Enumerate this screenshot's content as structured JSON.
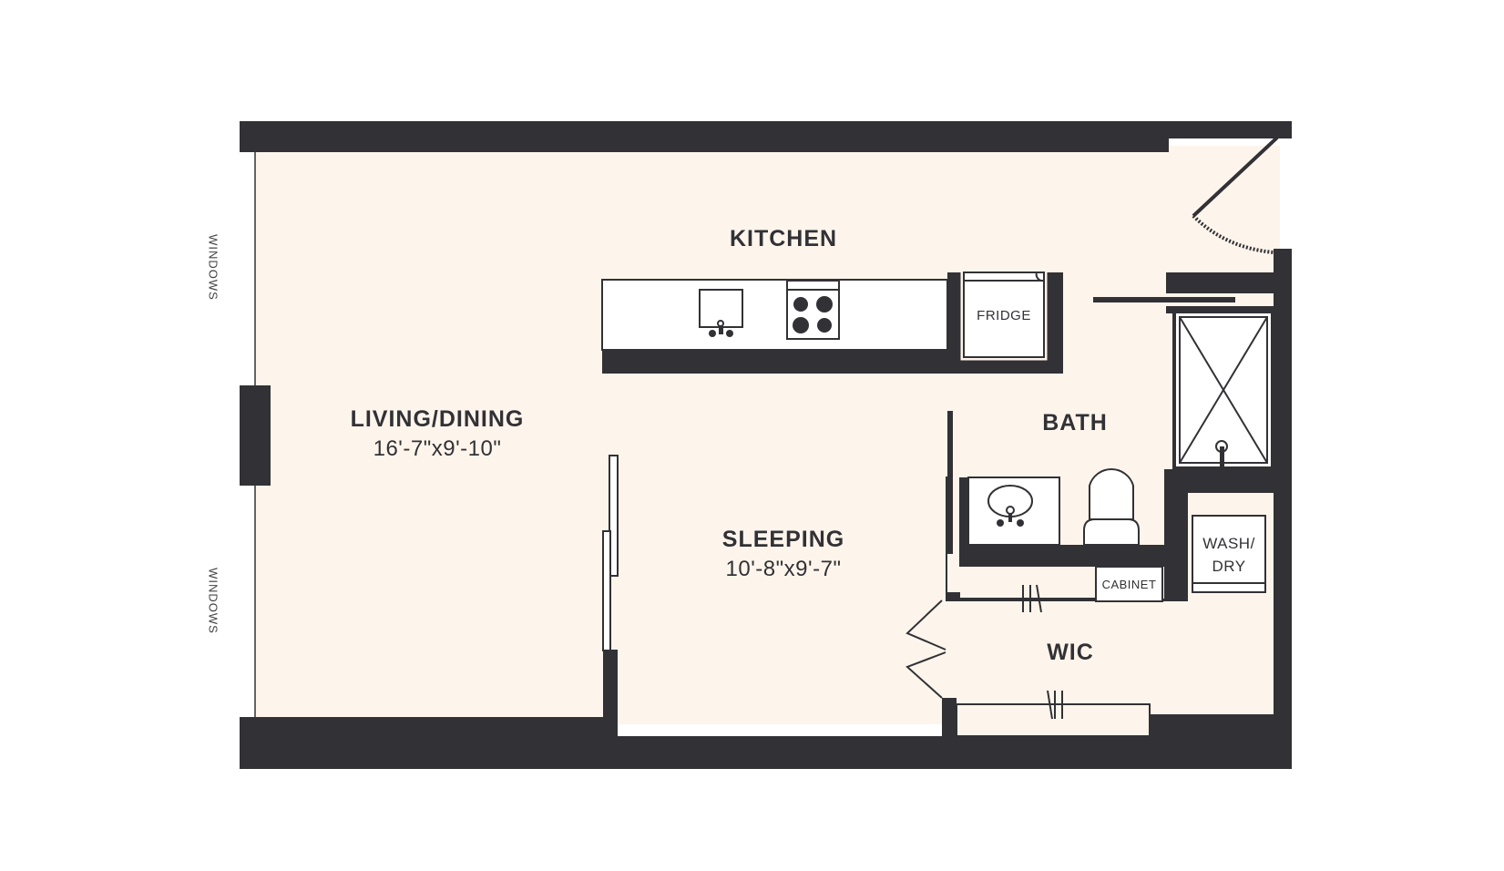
{
  "floorplan": {
    "colors": {
      "wall": "#323135",
      "floor": "#fdf5ec",
      "fixture_fill": "#ffffff",
      "background": "#ffffff"
    },
    "rooms": {
      "kitchen": {
        "name": "KITCHEN"
      },
      "living_dining": {
        "name": "LIVING/DINING",
        "dimensions": "16'-7\"x9'-10\""
      },
      "sleeping": {
        "name": "SLEEPING",
        "dimensions": "10'-8\"x9'-7\""
      },
      "bath": {
        "name": "BATH"
      },
      "wic": {
        "name": "WIC"
      }
    },
    "fixtures": {
      "fridge": "FRIDGE",
      "wash_dry_line1": "WASH/",
      "wash_dry_line2": "DRY",
      "cabinet": "CABINET"
    },
    "annotations": {
      "windows_top": "WINDOWS",
      "windows_bottom": "WINDOWS"
    }
  }
}
